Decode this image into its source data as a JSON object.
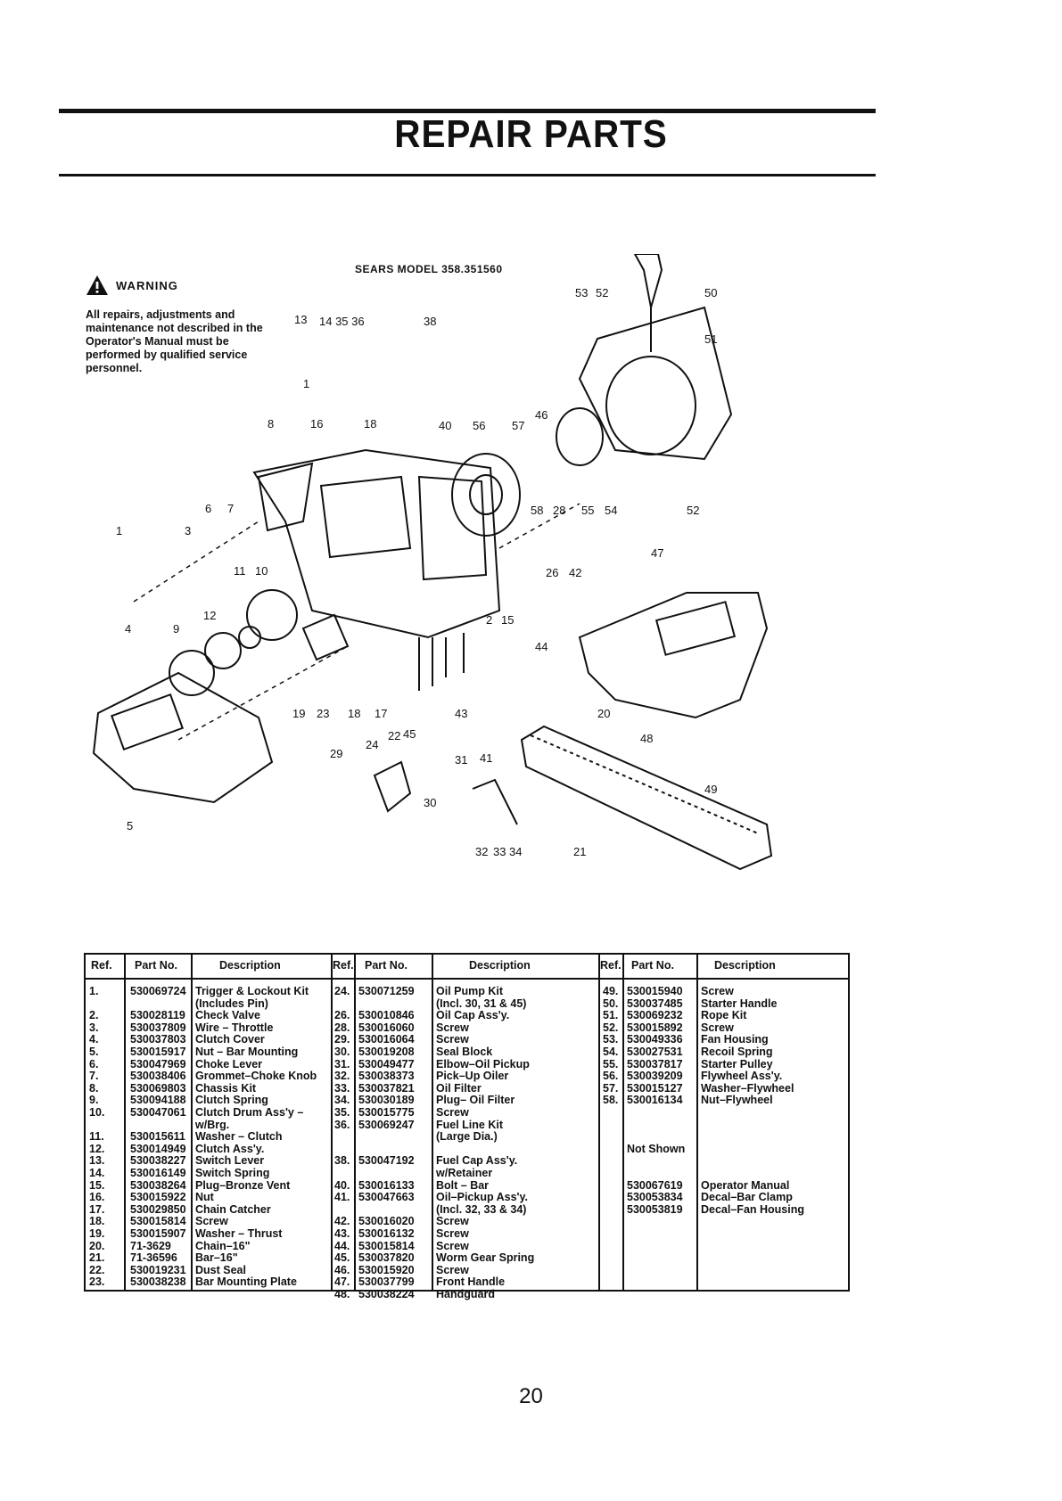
{
  "page": {
    "title": "REPAIR PARTS",
    "page_number": "20"
  },
  "warning": {
    "heading": "WARNING",
    "text": "All repairs, adjustments and maintenance not described in the Operator's Manual must be performed by qualified service personnel."
  },
  "diagram": {
    "model_label": "SEARS MODEL 358.351560",
    "callouts": [
      "1",
      "2",
      "3",
      "4",
      "5",
      "6",
      "7",
      "8",
      "9",
      "10",
      "11",
      "12",
      "13",
      "14",
      "15",
      "16",
      "17",
      "18",
      "19",
      "20",
      "21",
      "22",
      "23",
      "24",
      "26",
      "28",
      "29",
      "30",
      "31",
      "32",
      "33",
      "34",
      "35",
      "36",
      "38",
      "40",
      "41",
      "42",
      "43",
      "44",
      "45",
      "46",
      "47",
      "48",
      "49",
      "50",
      "51",
      "52",
      "53",
      "54",
      "55",
      "56",
      "57",
      "58"
    ]
  },
  "table": {
    "headers": {
      "ref": "Ref.",
      "part_no": "Part No.",
      "description": "Description"
    },
    "col1": [
      {
        "ref": "1.",
        "part": "530069724",
        "desc": "Trigger & Lockout Kit"
      },
      {
        "ref": "",
        "part": "",
        "desc": "(Includes Pin)"
      },
      {
        "ref": "2.",
        "part": "530028119",
        "desc": "Check Valve"
      },
      {
        "ref": "3.",
        "part": "530037809",
        "desc": "Wire – Throttle"
      },
      {
        "ref": "4.",
        "part": "530037803",
        "desc": "Clutch Cover"
      },
      {
        "ref": "5.",
        "part": "530015917",
        "desc": "Nut – Bar Mounting"
      },
      {
        "ref": "6.",
        "part": "530047969",
        "desc": "Choke Lever"
      },
      {
        "ref": "7.",
        "part": "530038406",
        "desc": "Grommet–Choke Knob"
      },
      {
        "ref": "8.",
        "part": "530069803",
        "desc": "Chassis Kit"
      },
      {
        "ref": "9.",
        "part": "530094188",
        "desc": "Clutch Spring"
      },
      {
        "ref": "10.",
        "part": "530047061",
        "desc": "Clutch Drum Ass'y –"
      },
      {
        "ref": "",
        "part": "",
        "desc": "w/Brg."
      },
      {
        "ref": "11.",
        "part": "530015611",
        "desc": "Washer – Clutch"
      },
      {
        "ref": "12.",
        "part": "530014949",
        "desc": "Clutch Ass'y."
      },
      {
        "ref": "13.",
        "part": "530038227",
        "desc": "Switch Lever"
      },
      {
        "ref": "14.",
        "part": "530016149",
        "desc": "Switch Spring"
      },
      {
        "ref": "15.",
        "part": "530038264",
        "desc": "Plug–Bronze Vent"
      },
      {
        "ref": "16.",
        "part": "530015922",
        "desc": "Nut"
      },
      {
        "ref": "17.",
        "part": "530029850",
        "desc": "Chain Catcher"
      },
      {
        "ref": "18.",
        "part": "530015814",
        "desc": "Screw"
      },
      {
        "ref": "19.",
        "part": "530015907",
        "desc": "Washer – Thrust"
      },
      {
        "ref": "20.",
        "part": "71-3629",
        "desc": "Chain–16\""
      },
      {
        "ref": "21.",
        "part": "71-36596",
        "desc": "Bar–16\""
      },
      {
        "ref": "22.",
        "part": "530019231",
        "desc": "Dust Seal"
      },
      {
        "ref": "23.",
        "part": "530038238",
        "desc": "Bar Mounting Plate"
      }
    ],
    "col2": [
      {
        "ref": "24.",
        "part": "530071259",
        "desc": "Oil Pump Kit"
      },
      {
        "ref": "",
        "part": "",
        "desc": "(Incl. 30, 31 & 45)"
      },
      {
        "ref": "26.",
        "part": "530010846",
        "desc": "Oil Cap Ass'y."
      },
      {
        "ref": "28.",
        "part": "530016060",
        "desc": "Screw"
      },
      {
        "ref": "29.",
        "part": "530016064",
        "desc": "Screw"
      },
      {
        "ref": "30.",
        "part": "530019208",
        "desc": "Seal Block"
      },
      {
        "ref": "31.",
        "part": "530049477",
        "desc": "Elbow–Oil Pickup"
      },
      {
        "ref": "32.",
        "part": "530038373",
        "desc": "Pick–Up Oiler"
      },
      {
        "ref": "33.",
        "part": "530037821",
        "desc": "Oil Filter"
      },
      {
        "ref": "34.",
        "part": "530030189",
        "desc": "Plug– Oil Filter"
      },
      {
        "ref": "35.",
        "part": "530015775",
        "desc": "Screw"
      },
      {
        "ref": "36.",
        "part": "530069247",
        "desc": "Fuel Line Kit"
      },
      {
        "ref": "",
        "part": "",
        "desc": "(Large Dia.)"
      },
      {
        "ref": "",
        "part": "",
        "desc": ""
      },
      {
        "ref": "38.",
        "part": "530047192",
        "desc": "Fuel Cap Ass'y."
      },
      {
        "ref": "",
        "part": "",
        "desc": "w/Retainer"
      },
      {
        "ref": "40.",
        "part": "530016133",
        "desc": "Bolt – Bar"
      },
      {
        "ref": "41.",
        "part": "530047663",
        "desc": "Oil–Pickup Ass'y."
      },
      {
        "ref": "",
        "part": "",
        "desc": "(Incl. 32, 33 & 34)"
      },
      {
        "ref": "42.",
        "part": "530016020",
        "desc": "Screw"
      },
      {
        "ref": "43.",
        "part": "530016132",
        "desc": "Screw"
      },
      {
        "ref": "44.",
        "part": "530015814",
        "desc": "Screw"
      },
      {
        "ref": "45.",
        "part": "530037820",
        "desc": "Worm Gear Spring"
      },
      {
        "ref": "46.",
        "part": "530015920",
        "desc": "Screw"
      },
      {
        "ref": "47.",
        "part": "530037799",
        "desc": "Front Handle"
      },
      {
        "ref": "48.",
        "part": "530038224",
        "desc": "Handguard"
      }
    ],
    "col3": [
      {
        "ref": "49.",
        "part": "530015940",
        "desc": "Screw"
      },
      {
        "ref": "50.",
        "part": "530037485",
        "desc": "Starter Handle"
      },
      {
        "ref": "51.",
        "part": "530069232",
        "desc": "Rope Kit"
      },
      {
        "ref": "52.",
        "part": "530015892",
        "desc": "Screw"
      },
      {
        "ref": "53.",
        "part": "530049336",
        "desc": "Fan Housing"
      },
      {
        "ref": "54.",
        "part": "530027531",
        "desc": "Recoil Spring"
      },
      {
        "ref": "55.",
        "part": "530037817",
        "desc": "Starter Pulley"
      },
      {
        "ref": "56.",
        "part": "530039209",
        "desc": "Flywheel Ass'y."
      },
      {
        "ref": "57.",
        "part": "530015127",
        "desc": "Washer–Flywheel"
      },
      {
        "ref": "58.",
        "part": "530016134",
        "desc": "Nut–Flywheel"
      },
      {
        "ref": "",
        "part": "",
        "desc": ""
      },
      {
        "ref": "",
        "part": "",
        "desc": ""
      },
      {
        "ref": "",
        "part": "",
        "desc": ""
      },
      {
        "ref": "",
        "part": "Not Shown",
        "desc": ""
      },
      {
        "ref": "",
        "part": "",
        "desc": ""
      },
      {
        "ref": "",
        "part": "",
        "desc": ""
      },
      {
        "ref": "",
        "part": "530067619",
        "desc": "Operator Manual"
      },
      {
        "ref": "",
        "part": "530053834",
        "desc": "Decal–Bar Clamp"
      },
      {
        "ref": "",
        "part": "530053819",
        "desc": "Decal–Fan Housing"
      }
    ]
  }
}
